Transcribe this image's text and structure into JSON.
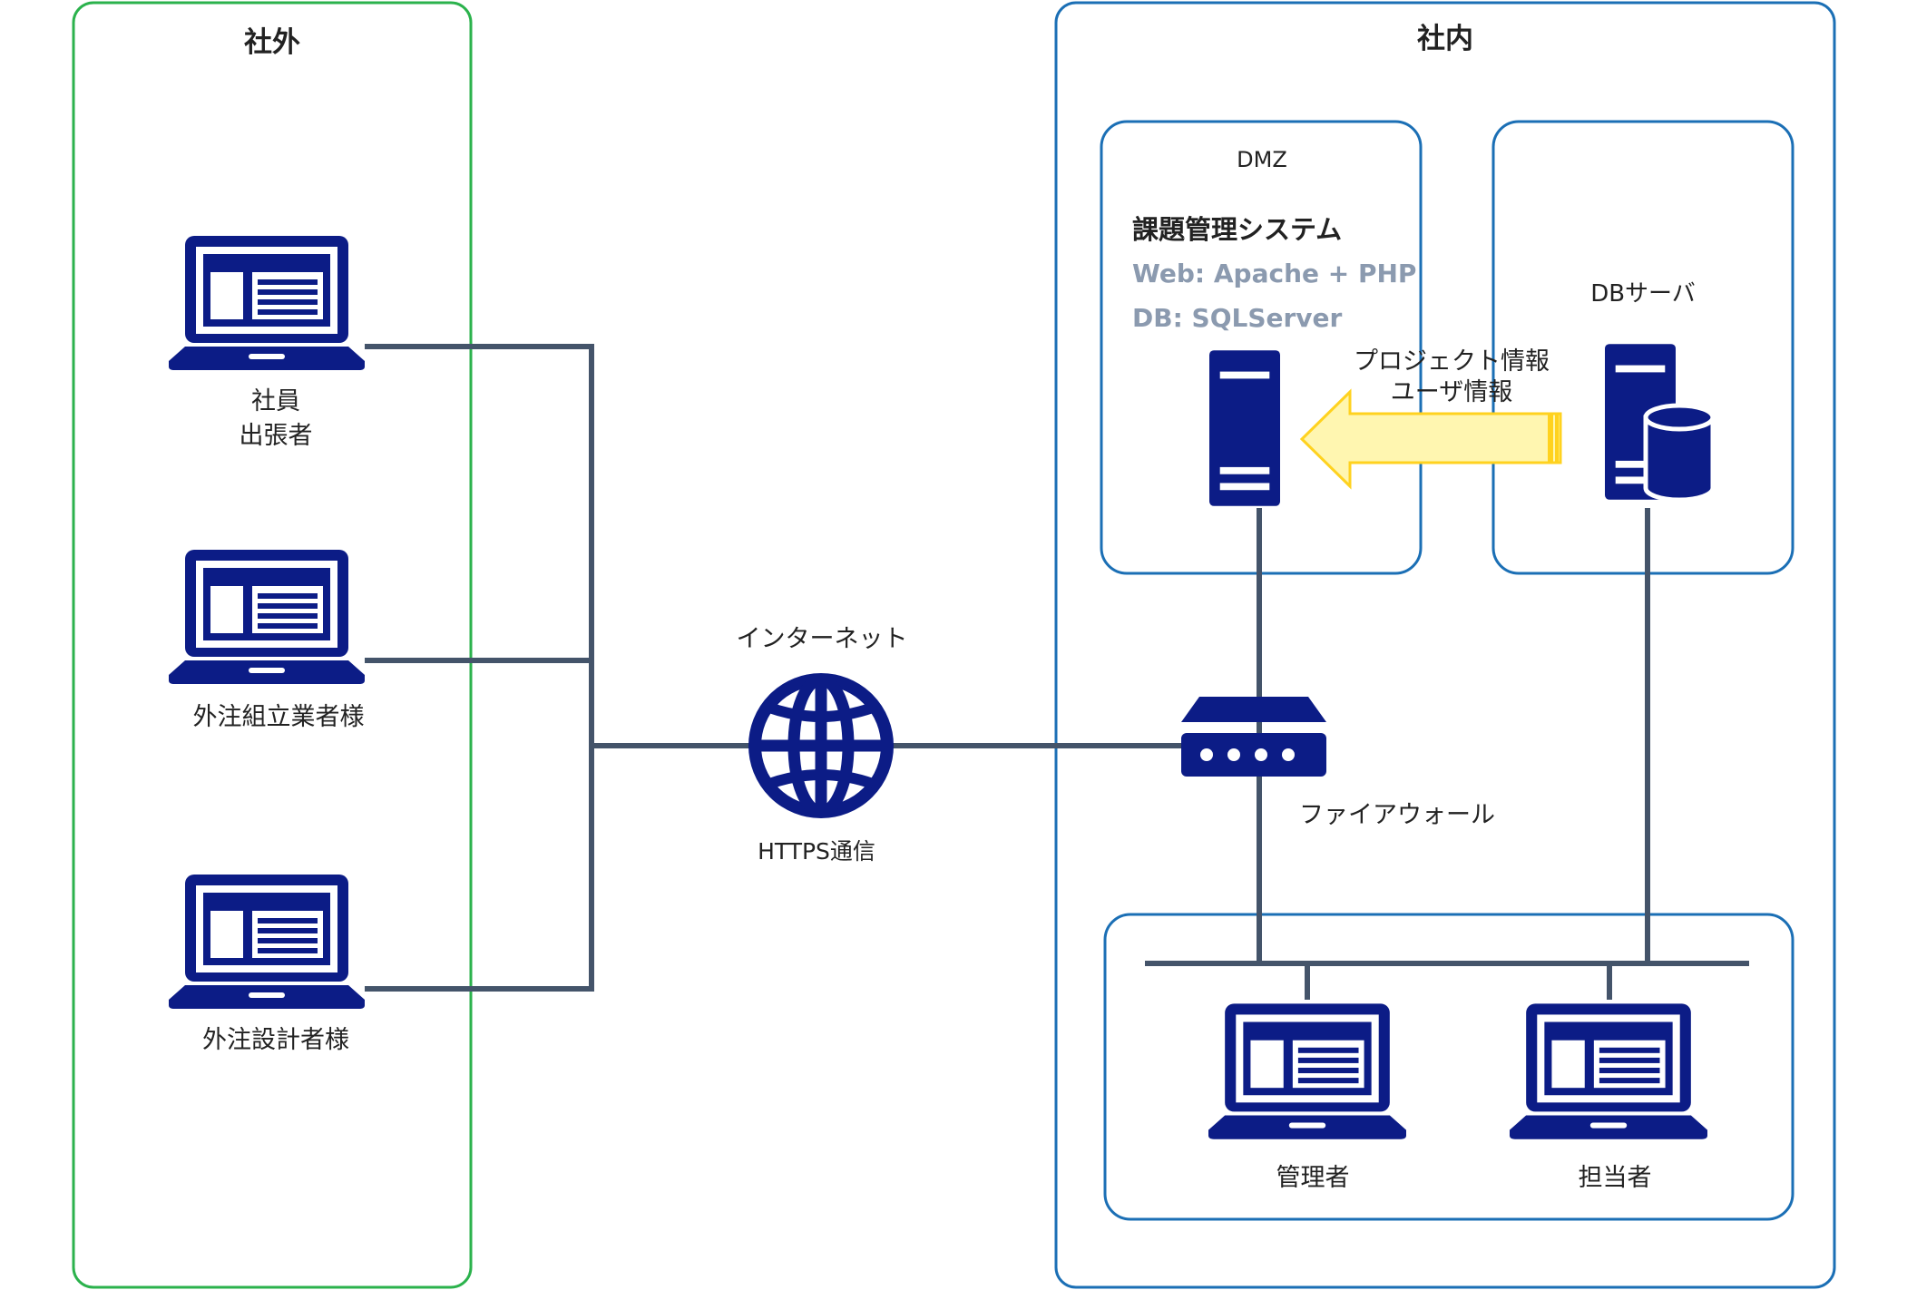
{
  "zones": {
    "outside": {
      "title": "社外",
      "border_color": "#2bb24c"
    },
    "inside": {
      "title": "社内",
      "border_color": "#1b6fb5"
    },
    "dmz": {
      "title": "DMZ"
    },
    "db_zone": {
      "title": "DBサーバ"
    }
  },
  "clients": {
    "employee": {
      "line1": "社員",
      "line2": "出張者"
    },
    "assembly_vendor": {
      "label": "外注組立業者様"
    },
    "design_vendor": {
      "label": "外注設計者様"
    }
  },
  "internet": {
    "label": "インターネット",
    "protocol": "HTTPS通信"
  },
  "firewall": {
    "label": "ファイアウォール"
  },
  "system": {
    "name": "課題管理システム",
    "web": "Web: Apache + PHP",
    "db": "DB:  SQLServer"
  },
  "data_flow": {
    "line1": "プロジェクト情報",
    "line2": "ユーザ情報"
  },
  "internal_users": {
    "admin": "管理者",
    "staff": "担当者"
  },
  "colors": {
    "icon": "#0c1c86",
    "line": "#44546a",
    "arrow_fill": "#fff6b0",
    "arrow_stroke": "#ffd21f",
    "gray_text": "#8b9aaf"
  }
}
